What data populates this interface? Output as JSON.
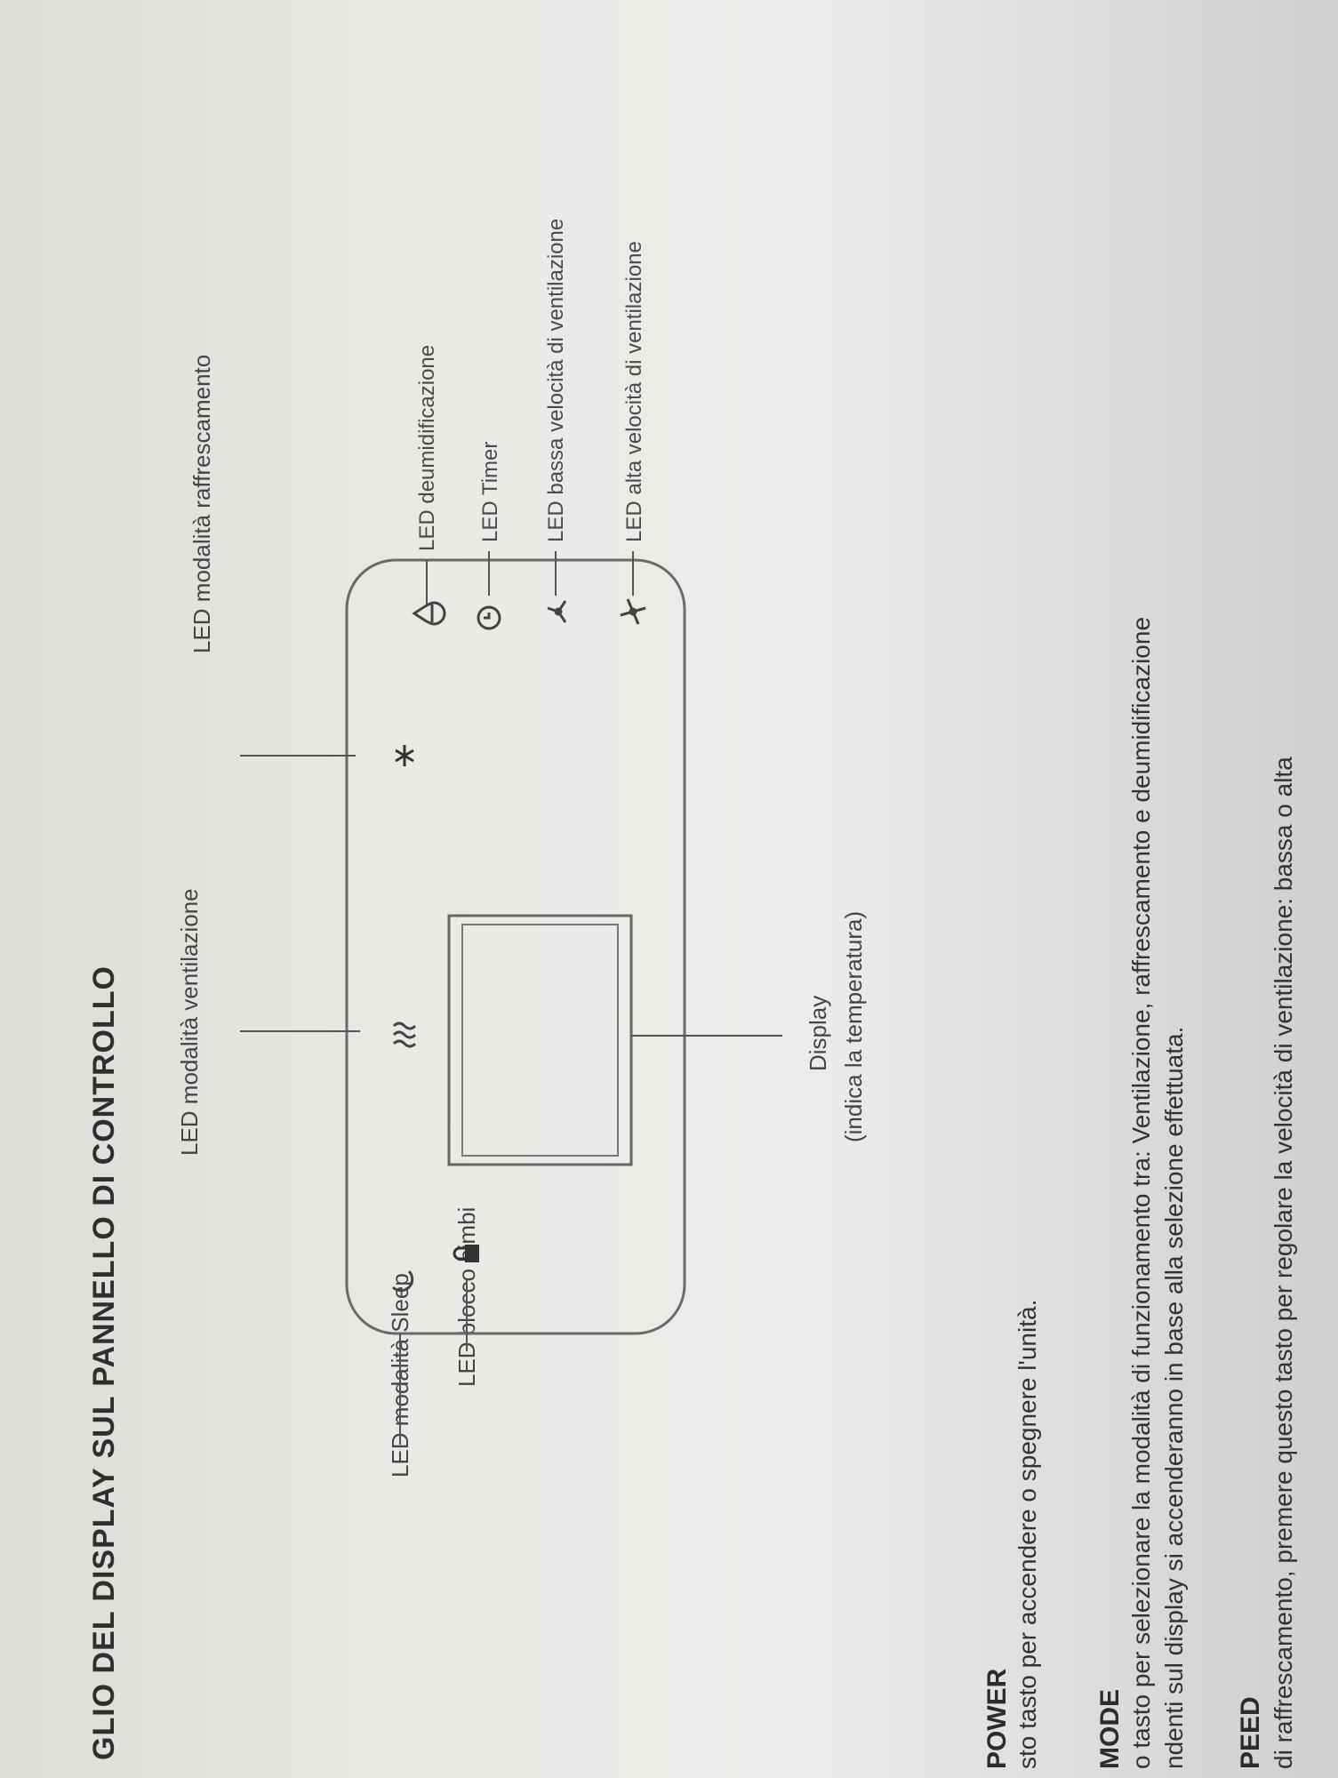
{
  "title": "GLIO DEL DISPLAY SUL PANNELLO DI CONTROLLO",
  "labels": {
    "ventilazione": "LED modalità ventilazione",
    "raffrescamento": "LED modalità raffrescamento",
    "sleep": "LED modalità Sleep",
    "blocco": "LED blocco bimbi",
    "deumidificazione": "LED deumidificazione",
    "timer": "LED Timer",
    "bassa": "LED bassa velocità di ventilazione",
    "alta": "LED alta velocità di ventilazione",
    "display": "Display",
    "display_sub": "(indica la temperatura)"
  },
  "icons": [
    "sleep-icon",
    "lock-icon",
    "fan-wave-icon",
    "snowflake-icon",
    "droplet-icon",
    "timer-icon",
    "fan-low-icon",
    "fan-high-icon"
  ],
  "sections": {
    "power_head": "POWER",
    "power_text": "sto tasto per accendere o spegnere l'unità.",
    "mode_head": "MODE",
    "mode_text1": "o tasto per selezionare la modalità di funzionamento tra: Ventilazione, raffrescamento e deumidificazione",
    "mode_text2": "ndenti sul display si accenderanno in base alla selezione effettuata.",
    "speed_head": "PEED",
    "speed_text": "di raffrescamento, premere questo tasto per regolare la velocità di ventilazione: bassa o alta"
  }
}
